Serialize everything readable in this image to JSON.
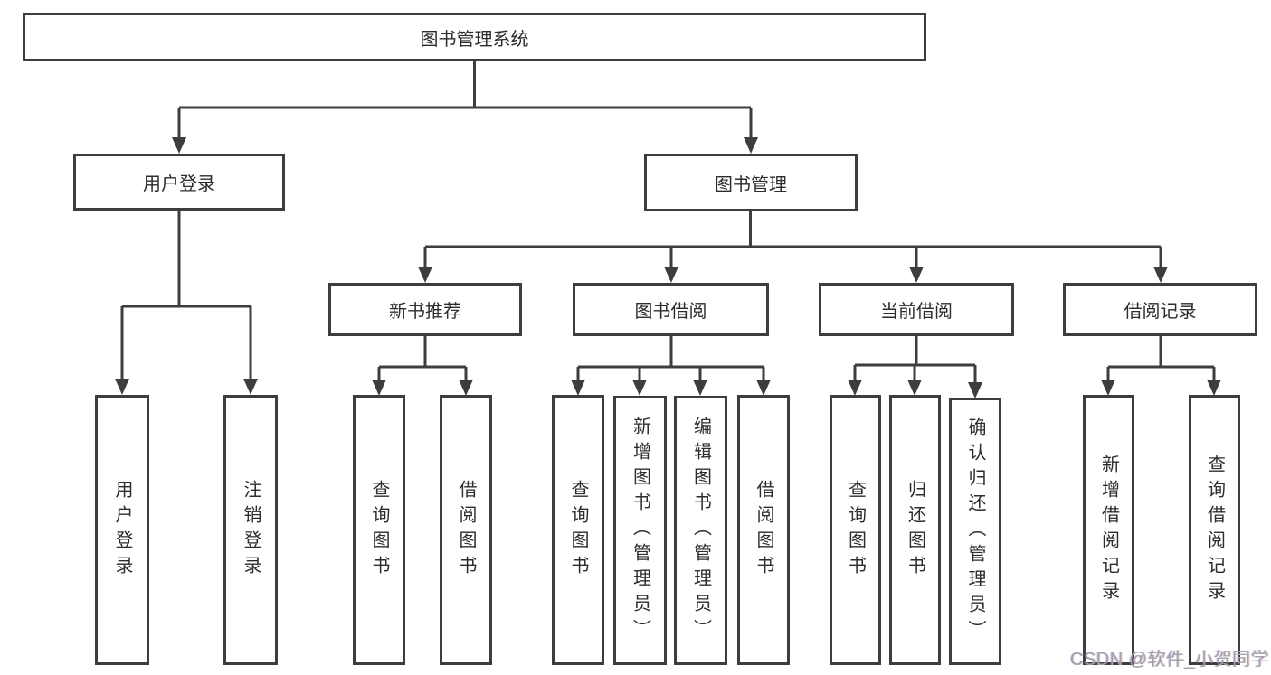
{
  "diagram": {
    "root": "图书管理系统",
    "level2": {
      "user_login": "用户登录",
      "book_mgmt": "图书管理"
    },
    "level3": {
      "new_book_rec": "新书推荐",
      "book_borrow": "图书借阅",
      "current_borrow": "当前借阅",
      "borrow_records": "借阅记录"
    },
    "leaves": {
      "user_login": [
        "用户登录",
        "注销登录"
      ],
      "new_book_rec": [
        "查询图书",
        "借阅图书"
      ],
      "book_borrow": [
        "查询图书",
        "新增图书（管理员）",
        "编辑图书（管理员）",
        "借阅图书"
      ],
      "current_borrow": [
        "查询图书",
        "归还图书",
        "确认归还（管理员）"
      ],
      "borrow_records": [
        "新增借阅记录",
        "查询借阅记录"
      ]
    }
  },
  "watermark": "CSDN @软件_小贺同学",
  "colors": {
    "line": "#3d3d3d",
    "box_background": "#ffffff",
    "text": "#2d2d2d",
    "watermark": "#a2a2aa",
    "page_background": "#ffffff"
  }
}
